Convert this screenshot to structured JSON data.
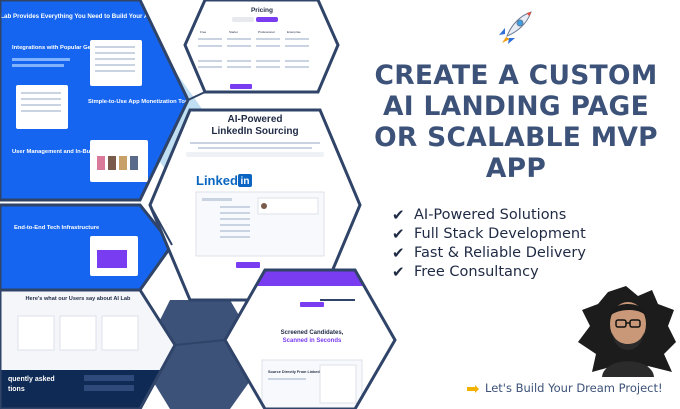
{
  "headline": [
    "CREATE A CUSTOM",
    "AI LANDING PAGE",
    "OR SCALABLE MVP",
    "APP"
  ],
  "features": [
    {
      "label": "AI-Powered Solutions",
      "icon": "check-icon"
    },
    {
      "label": "Full Stack Development",
      "icon": "check-icon"
    },
    {
      "label": "Fast & Reliable Delivery",
      "icon": "check-icon"
    },
    {
      "label": "Free Consultancy",
      "icon": "check-icon"
    }
  ],
  "cta": {
    "label": "Let's Build Your Dream Project!",
    "icon": "pointing-hand-icon"
  },
  "colors": {
    "brand_blue": "#1565f0",
    "navy": "#3d5278",
    "hex_border": "#2f4468",
    "accent_purple": "#7a3cf0"
  },
  "panels": {
    "features_panel": {
      "title": "Lab Provides Everything You Need to Build Your AI-Enabled App",
      "items": [
        "Integrations with Popular Gen-AI Models",
        "Simple-to-Use App Monetization Tools",
        "User Management and In-Built Analytics",
        "End-to-End Tech Infrastructure"
      ]
    },
    "pricing_panel": {
      "title": "Pricing",
      "plans": [
        "Free",
        "Starter",
        "Professional",
        "Enterprise"
      ]
    },
    "sourcing_panel": {
      "title_line1": "AI-Powered",
      "title_line2": "LinkedIn Sourcing",
      "logo_text": "Linked",
      "logo_badge": "in"
    },
    "testimonials_panel": {
      "title": "Here's what our Users say about AI Lab"
    },
    "faq_panel": {
      "title_line1": "quently asked",
      "title_line2": "tions"
    },
    "screening_panel": {
      "title_line1": "Screened Candidates,",
      "title_line2": "Scanned in Seconds",
      "card_title": "Source Directly From LinkedIn"
    }
  }
}
